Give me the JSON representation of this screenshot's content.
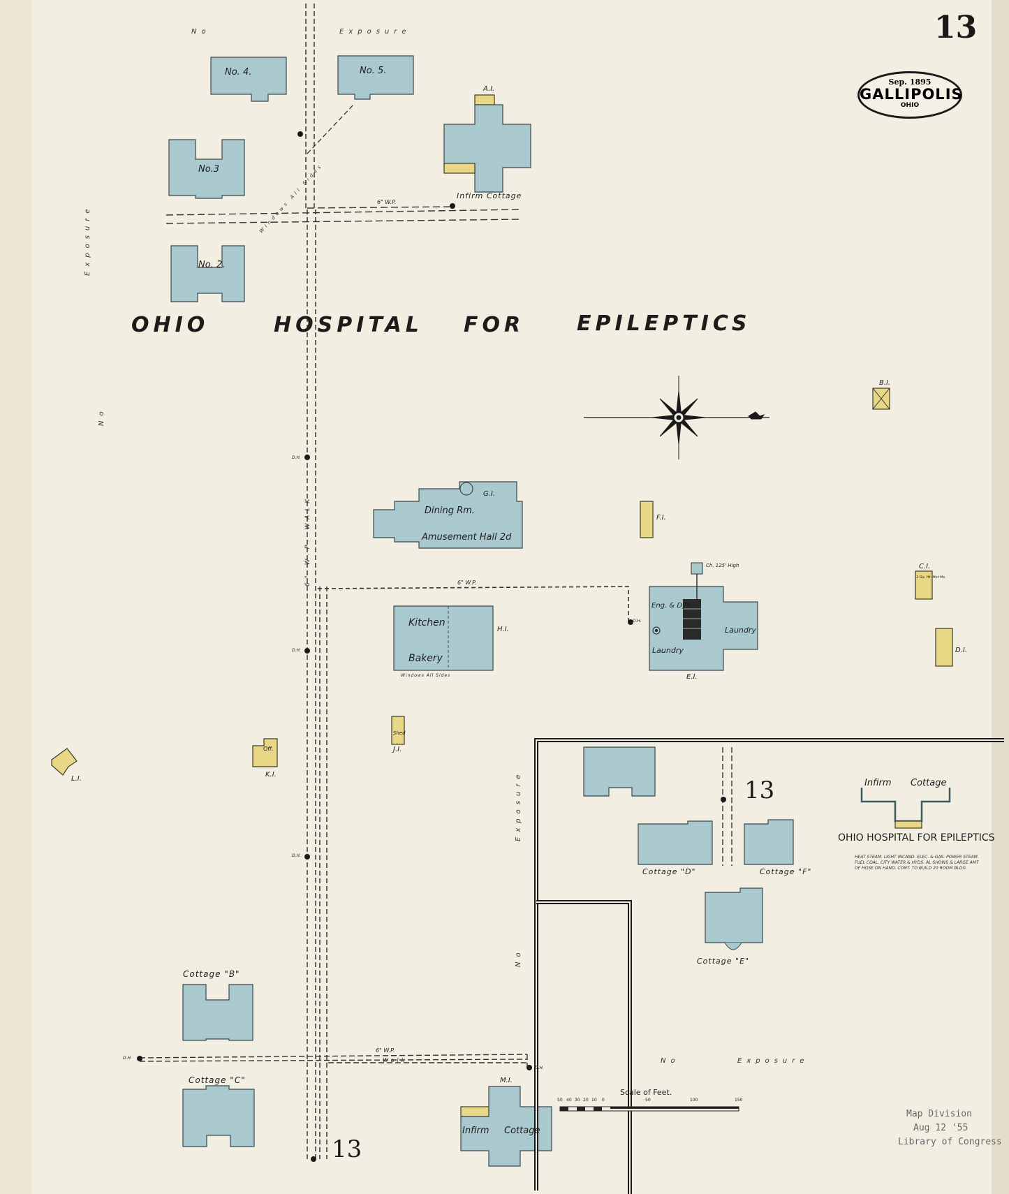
{
  "map": {
    "sheet_number": "13",
    "badge": {
      "date": "Sep. 1895",
      "city": "GALLIPOLIS",
      "state": "OHIO"
    },
    "main_title": {
      "w1": "OHIO",
      "w2": "HOSPITAL",
      "w3": "FOR",
      "w4": "EPILEPTICS"
    },
    "inset_title": "OHIO HOSPITAL FOR EPILEPTICS",
    "inset_note": "HEAT STEAM. LIGHT INCAND. ELEC. & GAS. POWER STEAM. FUEL COAL. CITY WATER & HYDS. AL SHOWS & LARGE AMT OF HOSE ON HAND. CONT. TO BUILD 20 ROOM BLDG.",
    "exposure": {
      "top_no": "No",
      "top_exposure": "Exposure",
      "left_no": "No",
      "left_exposure": "Exposure",
      "inset_no": "No",
      "inset_exposure": "Exposure",
      "bottom_no": "No",
      "bottom_exposure": "Exposure"
    },
    "buildings": {
      "no4": "No. 4.",
      "no5": "No. 5.",
      "no3": "No.3",
      "no2": "No. 2.",
      "infirm_cottage_top": "Infirm Cottage",
      "a1": "A.I.",
      "dining": "Dining Rm.",
      "amusement": "Amusement Hall 2d",
      "g1": "G.I.",
      "kitchen": "Kitchen",
      "bakery": "Bakery",
      "h1": "H.I.",
      "windows_all_sides": "Windows All Sides",
      "eng_dyn": "Eng. & Dyn.",
      "laundry1": "Laundry",
      "laundry2": "Laundry",
      "e1": "E.I.",
      "chimney": "Ch. 125' High",
      "f1": "F.I.",
      "b1": "B.I.",
      "c1": "C.I.",
      "c1_note": "1 Ga. Ht. Hot Ho.",
      "d1": "D.I.",
      "shed": "Shed",
      "j1": "J.I.",
      "off": "Off.",
      "k1": "K.I.",
      "l1": "L.I.",
      "cottage_b": "Cottage \"B\"",
      "cottage_c": "Cottage \"C\"",
      "m1": "M.I.",
      "infirm_bottom_1": "Infirm",
      "infirm_bottom_2": "Cottage",
      "cottage_d": "Cottage \"D\"",
      "cottage_f": "Cottage \"F\"",
      "cottage_e": "Cottage \"E\"",
      "inset_infirm_1": "Infirm",
      "inset_infirm_2": "Cottage",
      "inset_num": "13",
      "bottom_num": "13"
    },
    "pipes": {
      "wp6": "6\" W.P.",
      "walk": "Walk",
      "wp_vertical": "6\" W.P. WALK",
      "windows_all_sides_diag": "Windows All Sides",
      "hyd": "D.H."
    },
    "scale": {
      "label": "Scale of Feet.",
      "ticks": [
        "50",
        "40",
        "30",
        "20",
        "10",
        "0",
        "50",
        "100",
        "150"
      ]
    },
    "stamp": {
      "line1": "Map Division",
      "line2": "Aug 12 '55",
      "line3": "Library of Congress"
    },
    "colors": {
      "brick": "#a9c9cf",
      "frame": "#e8d886",
      "paper": "#f2eee2"
    }
  }
}
